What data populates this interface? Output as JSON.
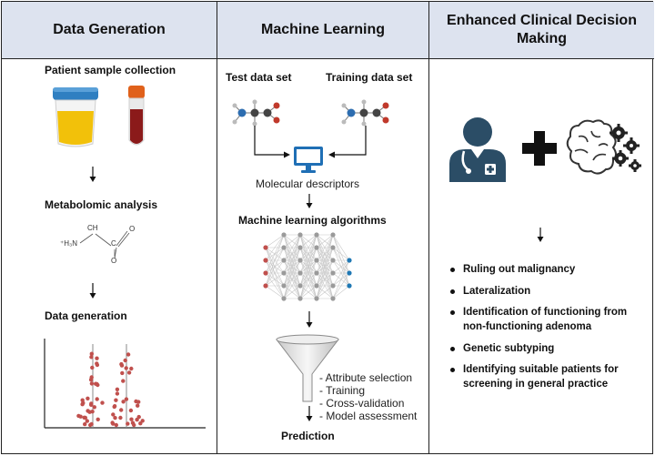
{
  "columns": [
    {
      "title": "Data Generation"
    },
    {
      "title": "Machine Learning"
    },
    {
      "title": "Enhanced Clinical Decision Making"
    }
  ],
  "data_generation": {
    "sample_label": "Patient sample collection",
    "metabolomic_label": "Metabolomic analysis",
    "molecule": {
      "ch": "CH",
      "nh3": "⁺H₃N",
      "c": "C",
      "o_top": "O",
      "o_bottom": "O"
    },
    "data_gen_label": "Data generation"
  },
  "machine_learning": {
    "test_label": "Test data set",
    "training_label": "Training data set",
    "descriptors_label": "Molecular descriptors",
    "algorithms_label": "Machine learning algorithms",
    "steps": [
      "- Attribute selection",
      "- Training",
      "- Cross-validation",
      "- Model assessment"
    ],
    "prediction_label": "Prediction"
  },
  "clinical": {
    "bullets": [
      "Ruling out malignancy",
      "Lateralization",
      "Identification of functioning from non-functioning adenoma",
      "Genetic subtyping",
      "Identifying suitable patients for screening in general practice"
    ]
  },
  "colors": {
    "header_bg": "#dde3ef",
    "urine": "#f2c10a",
    "cap_blue": "#2f7fc1",
    "blood": "#8b1a1a",
    "doctor": "#2b4d66",
    "dot_red": "#c0504d",
    "dot_blue": "#1f78b4"
  }
}
